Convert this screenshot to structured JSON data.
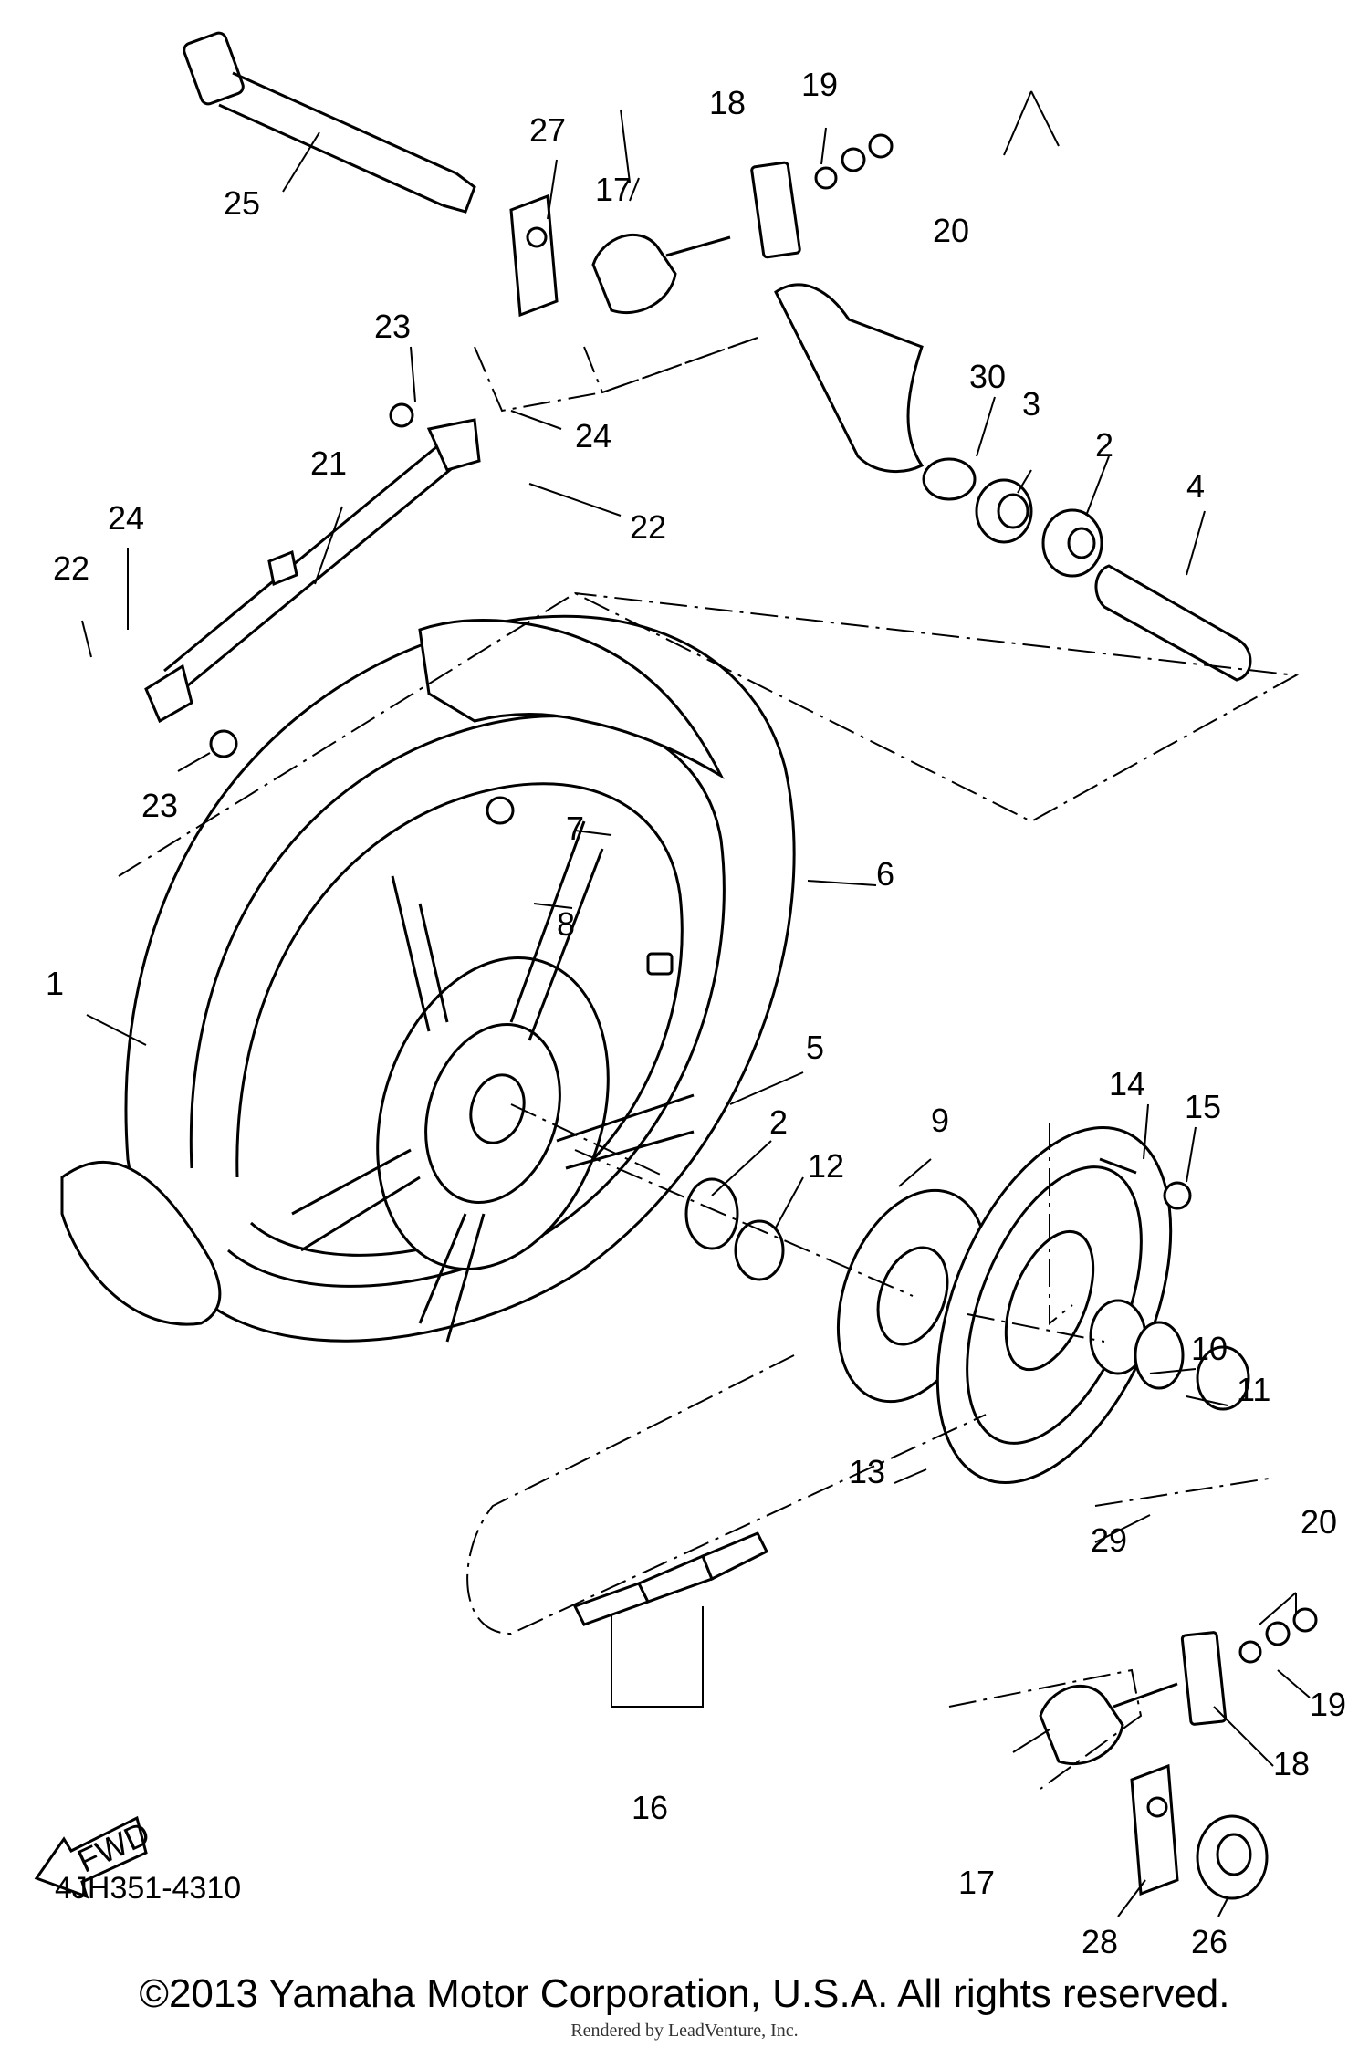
{
  "diagram": {
    "part_labels": [
      "1",
      "2",
      "3",
      "4",
      "5",
      "6",
      "7",
      "8",
      "9",
      "10",
      "11",
      "12",
      "13",
      "14",
      "15",
      "16",
      "17",
      "18",
      "19",
      "20",
      "21",
      "22",
      "23",
      "24",
      "25",
      "26",
      "27",
      "28",
      "29",
      "30"
    ],
    "fwd_label": "FWD",
    "code": "4JH351-4310"
  },
  "footer": {
    "copyright": "©2013 Yamaha Motor Corporation, U.S.A. All rights reserved.",
    "rendered_by": "Rendered by LeadVenture, Inc."
  }
}
